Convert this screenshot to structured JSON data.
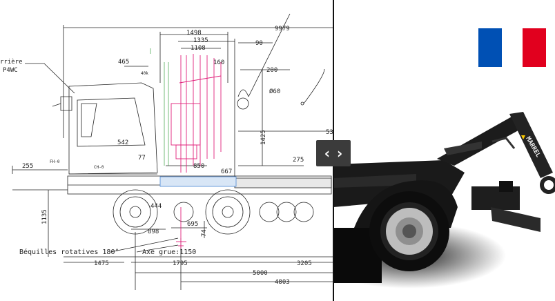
{
  "slider": {
    "handle_left_glyph": "‹",
    "handle_right_glyph": "›",
    "icon": "compare-slider-handle-icon"
  },
  "drawing": {
    "labels_left": [
      "rrière",
      "P4WC"
    ],
    "dims": {
      "d9979": "9979",
      "d1498": "1498",
      "d1335": "1335",
      "d90": "90",
      "d1108": "1108",
      "d465": "465",
      "d160": "160",
      "d200": "200",
      "phi60": "Ø60",
      "d1425": "1425",
      "d53": "53",
      "d542": "542",
      "d77": "77",
      "d275": "275",
      "d255": "255",
      "d850": "850",
      "d667": "667",
      "d1135": "1135",
      "d898": "898",
      "d695": "695",
      "d444": "444",
      "d74": "74",
      "d1475": "1475",
      "d1795": "1795",
      "d3205": "3205",
      "d5000": "5000",
      "d4803": "4803"
    },
    "small_labels": {
      "fh": "FH-0",
      "ch": "CH-0",
      "d40": "40k"
    },
    "callouts": {
      "bequilles": "Béquilles rotatives 180°",
      "axe": "Axe grue:1150"
    }
  },
  "photo": {
    "brand": "MARREL",
    "flag_colors": {
      "blue": "#0050b4",
      "white": "#ffffff",
      "red": "#e1001e"
    }
  }
}
